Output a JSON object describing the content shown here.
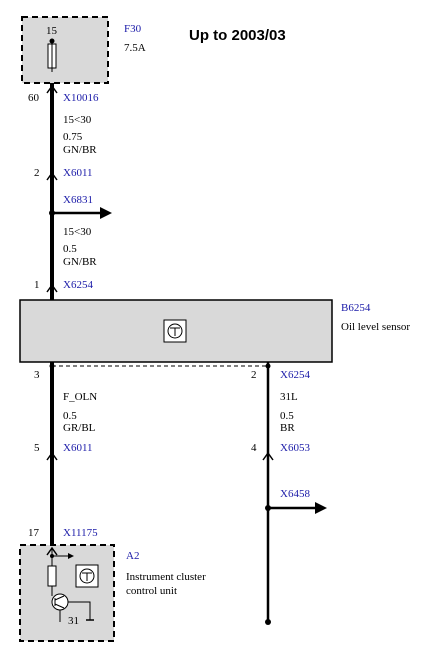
{
  "title": "Up to 2003/03",
  "fuse": {
    "id": "F30",
    "rating": "7.5A",
    "terminal": "15"
  },
  "wire1": {
    "pin": "60",
    "connector": "X10016",
    "signal": "15<30",
    "size": "0.75",
    "color": "GN/BR"
  },
  "conn_x6011_top": {
    "pin": "2",
    "connector": "X6011"
  },
  "branch_x6831": {
    "connector": "X6831"
  },
  "wire2": {
    "signal": "15<30",
    "size": "0.5",
    "color": "GN/BR"
  },
  "conn_x6254_top": {
    "pin": "1",
    "connector": "X6254"
  },
  "sensor": {
    "id": "B6254",
    "name": "Oil level sensor"
  },
  "left_wire": {
    "pin": "3",
    "signal": "F_OLN",
    "size": "0.5",
    "color": "GR/BL"
  },
  "right_wire": {
    "pin": "2",
    "connector": "X6254",
    "signal": "31L",
    "size": "0.5",
    "color": "BR"
  },
  "conn_x6011_bottom": {
    "pin": "5",
    "connector": "X6011"
  },
  "conn_x6053": {
    "pin": "4",
    "connector": "X6053"
  },
  "branch_x6458": {
    "connector": "X6458"
  },
  "conn_x11175": {
    "pin": "17",
    "connector": "X11175"
  },
  "cluster": {
    "id": "A2",
    "name_line1": "Instrument cluster",
    "name_line2": "control unit",
    "ground_pin": "31"
  },
  "colors": {
    "connector_label": "#1a1aa8",
    "component_fill": "#d9d9d9"
  }
}
